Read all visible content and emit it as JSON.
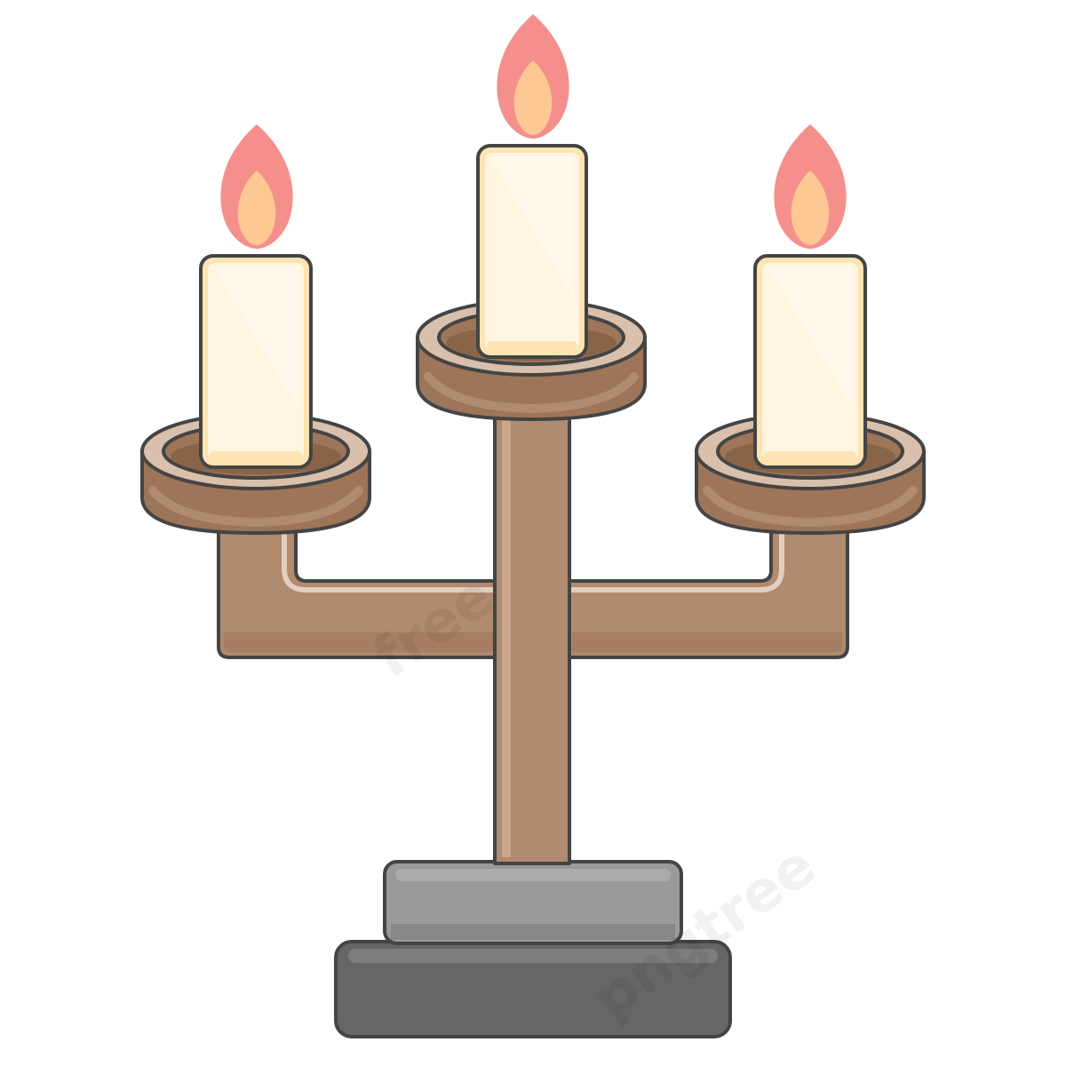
{
  "illustration": {
    "subject": "candelabra",
    "candle_count": 3,
    "icons": [
      "flame-icon",
      "candle-icon",
      "candle-holder-icon"
    ],
    "colors": {
      "background": "#ffffff",
      "outline": "#444444",
      "flame_outer": "#f58f8c",
      "flame_inner": "#fdc893",
      "candle_wax": "#fff5e0",
      "candle_edge": "#fde4b2",
      "wood_main": "#b08b6f",
      "wood_dark": "#9d7559",
      "wood_light": "#d9c0ac",
      "base_top": "#9a9a9a",
      "base_bottom": "#666666"
    }
  },
  "watermark": {
    "text_1": "pngtree",
    "text_2": "free"
  }
}
